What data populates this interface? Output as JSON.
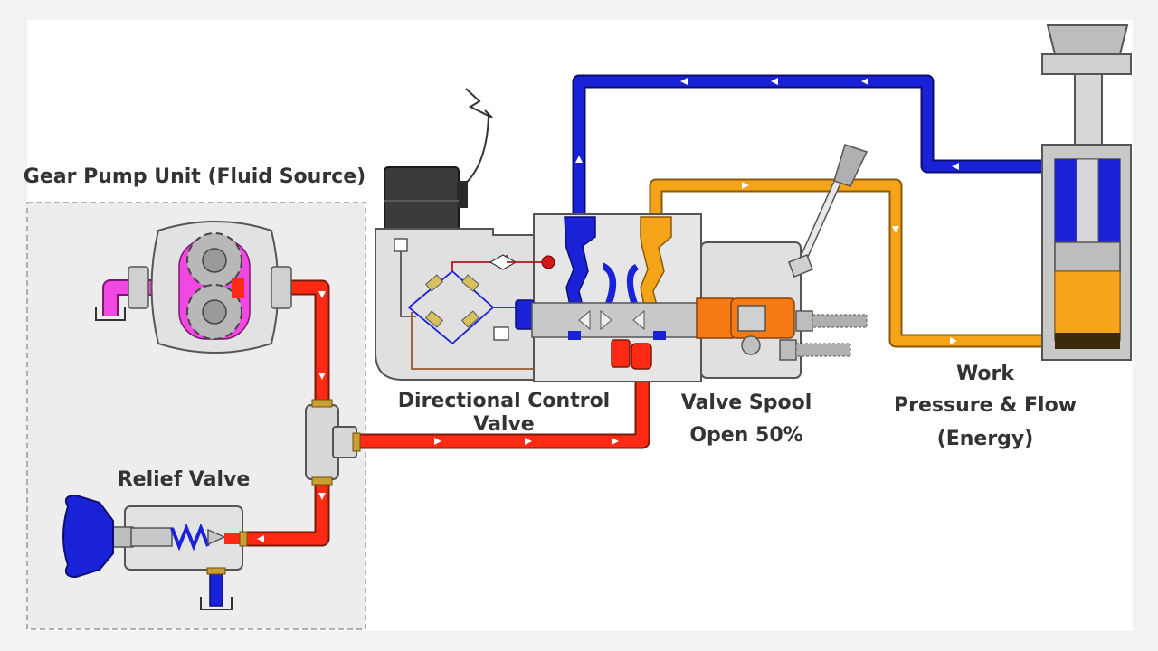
{
  "labels": {
    "gear_pump": "Gear Pump Unit (Fluid Source)",
    "relief_valve": "Relief Valve",
    "dcv_line1": "Directional Control",
    "dcv_line2": "Valve",
    "spool_line1": "Valve Spool",
    "spool_line2": "Open 50%",
    "work_line1": "Work",
    "work_line2": "Pressure & Flow",
    "work_line3": "(Energy)"
  },
  "colors": {
    "pressure_line": "#ff2a14",
    "return_line": "#1a22d8",
    "work_line": "#f5a318",
    "pump_gear": "#e83cc8",
    "suction_line": "#f048e0",
    "valve_body": "#e2e2e2",
    "body_outline": "#555555",
    "label_text": "#333333"
  },
  "icons": [
    "gear-pump",
    "relief-valve-knob",
    "solenoid-coil",
    "valve-spool",
    "manual-lever",
    "hydraulic-cylinder",
    "tank-symbol"
  ]
}
